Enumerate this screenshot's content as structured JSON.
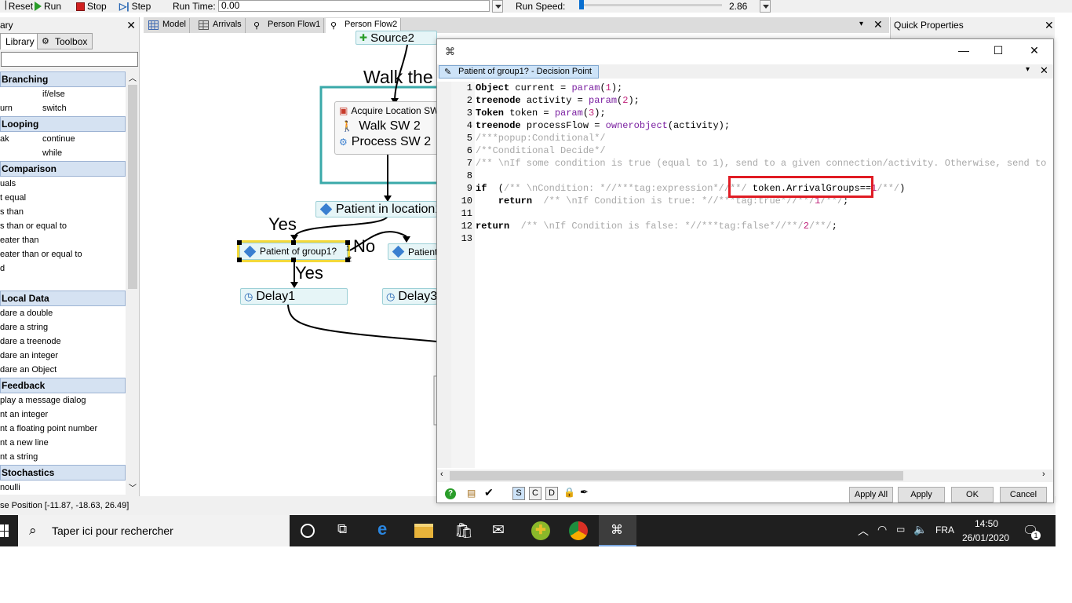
{
  "toolbar": {
    "reset_label": "Reset",
    "run_label": "Run",
    "stop_label": "Stop",
    "step_label": "Step",
    "runtime_label": "Run Time:",
    "runtime_value": "0.00",
    "runspeed_label": "Run Speed:",
    "runspeed_value": "2.86"
  },
  "library": {
    "title": "ary",
    "tabs": [
      "Library",
      "Toolbox"
    ],
    "sections": [
      {
        "title": "Branching",
        "rows": [
          [
            "",
            "if/else"
          ],
          [
            "urn",
            "switch"
          ]
        ]
      },
      {
        "title": "Looping",
        "rows": [
          [
            "ak",
            "continue"
          ],
          [
            "",
            "while"
          ]
        ]
      },
      {
        "title": "Comparison",
        "rows": [
          [
            "uals",
            ""
          ],
          [
            "t equal",
            ""
          ],
          [
            "s than",
            ""
          ],
          [
            "s than or equal to",
            ""
          ],
          [
            "eater than",
            ""
          ],
          [
            "eater than or equal to",
            ""
          ],
          [
            "d",
            ""
          ],
          [
            "",
            ""
          ]
        ]
      },
      {
        "title": "Local Data",
        "rows": [
          [
            "dare a double",
            ""
          ],
          [
            "dare a string",
            ""
          ],
          [
            "dare a treenode",
            ""
          ],
          [
            "dare an integer",
            ""
          ],
          [
            "dare an Object",
            ""
          ]
        ]
      },
      {
        "title": "Feedback",
        "rows": [
          [
            "play a message dialog",
            ""
          ],
          [
            "nt an integer",
            ""
          ],
          [
            "nt a floating point number",
            ""
          ],
          [
            "nt a new line",
            ""
          ],
          [
            "nt a string",
            ""
          ]
        ]
      },
      {
        "title": "Stochastics",
        "rows": [
          [
            "noulli",
            ""
          ]
        ]
      }
    ]
  },
  "doc_tabs": [
    "Model",
    "Arrivals",
    "Person Flow1",
    "Person Flow2"
  ],
  "canvas": {
    "source_label": "Source2",
    "walk_header": "Walk the",
    "acquire_label": "Acquire Location SW",
    "walk_sw2": "Walk SW 2",
    "process_sw2": "Process SW 2",
    "patient_in_location": "Patient in location1",
    "decision_label": "Patient of group1?",
    "patient2_label": "Patient",
    "delay1_label": "Delay1",
    "delay3_label": "Delay3",
    "yes1": "Yes",
    "yes2": "Yes",
    "no": "No",
    "port1": "1",
    "port2": "2"
  },
  "quick_properties": {
    "title": "Quick Properties"
  },
  "status": {
    "mouse_position": "se Position [-11.87, -18.63, 26.49]"
  },
  "dialog": {
    "tab_title": "Patient of group1?  - Decision Point",
    "buttons": {
      "apply_all": "Apply All",
      "apply": "Apply",
      "ok": "OK",
      "cancel": "Cancel"
    },
    "mini_buttons": [
      "S",
      "C",
      "D"
    ],
    "code_lines": [
      {
        "n": "1",
        "segs": [
          [
            "kw",
            "Object"
          ],
          [
            "",
            "current = "
          ],
          [
            "fn",
            "param"
          ],
          [
            "",
            "("
          ],
          [
            "num",
            "1"
          ],
          [
            "",
            ");"
          ]
        ]
      },
      {
        "n": "2",
        "segs": [
          [
            "kw",
            "treenode"
          ],
          [
            "",
            "activity = "
          ],
          [
            "fn",
            "param"
          ],
          [
            "",
            "("
          ],
          [
            "num",
            "2"
          ],
          [
            "",
            ");"
          ]
        ]
      },
      {
        "n": "3",
        "segs": [
          [
            "kw",
            "Token"
          ],
          [
            "",
            "token = "
          ],
          [
            "fn",
            "param"
          ],
          [
            "",
            "("
          ],
          [
            "num",
            "3"
          ],
          [
            "",
            ");"
          ]
        ]
      },
      {
        "n": "4",
        "segs": [
          [
            "kw",
            "treenode"
          ],
          [
            "",
            "processFlow = "
          ],
          [
            "fn",
            "ownerobject"
          ],
          [
            "",
            "(activity);"
          ]
        ]
      },
      {
        "n": "5",
        "segs": [
          [
            "cm",
            "/***popup:Conditional*/"
          ]
        ]
      },
      {
        "n": "6",
        "segs": [
          [
            "cm",
            "/**Conditional Decide*/"
          ]
        ]
      },
      {
        "n": "7",
        "segs": [
          [
            "cm",
            "/** \\nIf some condition is true (equal to 1), send to a given connection/activity. Otherwise, send to a d"
          ]
        ]
      },
      {
        "n": "8",
        "segs": [
          [
            "",
            ""
          ]
        ]
      },
      {
        "n": "9",
        "segs": [
          [
            "kw",
            "if"
          ],
          [
            "",
            " ("
          ],
          [
            "cm",
            "/** \\nCondition: *//***tag:expression*//**/"
          ],
          [
            "",
            " token.ArrivalGroups=="
          ],
          [
            "num",
            "1"
          ],
          [
            "cm",
            "/**/"
          ],
          [
            "",
            ")"
          ]
        ]
      },
      {
        "n": "10",
        "segs": [
          [
            "",
            "    "
          ],
          [
            "kw",
            "return"
          ],
          [
            "cm",
            " /** \\nIf Condition is true: *//***tag:true*//**/"
          ],
          [
            "num",
            "1"
          ],
          [
            "cm",
            "/**/"
          ],
          [
            "",
            ";"
          ]
        ]
      },
      {
        "n": "11",
        "segs": [
          [
            "",
            ""
          ]
        ]
      },
      {
        "n": "12",
        "segs": [
          [
            "kw",
            "return"
          ],
          [
            "cm",
            " /** \\nIf Condition is false: *//***tag:false*//**/"
          ],
          [
            "num",
            "2"
          ],
          [
            "cm",
            "/**/"
          ],
          [
            "",
            ";"
          ]
        ]
      },
      {
        "n": "13",
        "segs": [
          [
            "",
            ""
          ]
        ]
      }
    ]
  },
  "taskbar": {
    "search_placeholder": "Taper ici pour rechercher",
    "language": "FRA",
    "time": "14:50",
    "date": "26/01/2020",
    "notification_count": "1"
  },
  "colors": {
    "highlight_box": "#e01c24",
    "block_fill": "#e6f5f7",
    "container_border": "#3aa9a9",
    "selection_yellow": "#f3d93a"
  }
}
